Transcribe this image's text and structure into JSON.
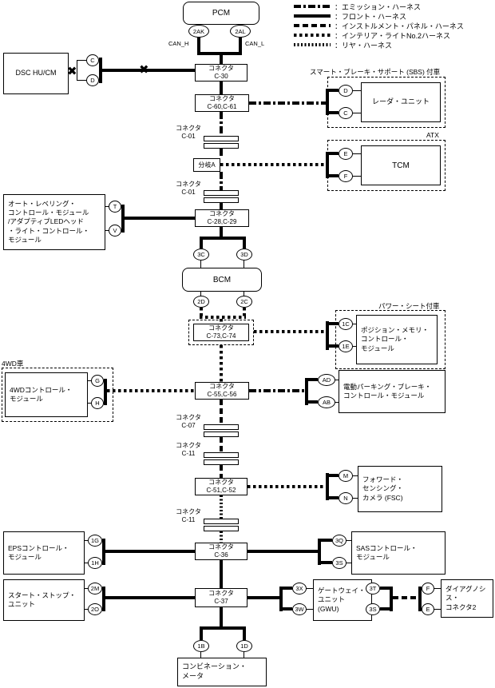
{
  "legend": {
    "items": [
      {
        "label": "：エミッション・ハーネス"
      },
      {
        "label": "：フロント・ハーネス"
      },
      {
        "label": "：インストルメント・パネル・ハーネス"
      },
      {
        "label": "：インテリア・ライトNo.2ハーネス"
      },
      {
        "label": "：リヤ・ハーネス"
      }
    ]
  },
  "symbols": {
    "twist": "✖"
  },
  "pcm": {
    "title": "PCM",
    "pin_left": "2AK",
    "pin_right": "2AL",
    "label_left": "CAN_H",
    "label_right": "CAN_L"
  },
  "dsc": {
    "title": "DSC HU/CM",
    "pin_top": "C",
    "pin_bottom": "D"
  },
  "bcm": {
    "title": "BCM",
    "pin_top_left": "3C",
    "pin_top_right": "3D",
    "pin_bottom_left": "2D",
    "pin_bottom_right": "2C"
  },
  "meter": {
    "title": "コンビネーション・\nメータ",
    "pin_left": "1B",
    "pin_right": "1D"
  },
  "connectors": {
    "c30": "コネクタ\nC-30",
    "c60_61": "コネクタ\nC-60,C-61",
    "c01a": "コネクタ\nC-01",
    "junction_a": "分岐A",
    "c01b": "コネクタ\nC-01",
    "c28_29": "コネクタ\nC-28,C-29",
    "c73_74": "コネクタ\nC-73,C-74",
    "c55_56": "コネクタ\nC-55,C-56",
    "c07": "コネクタ\nC-07",
    "c11a": "コネクタ\nC-11",
    "c51_52": "コネクタ\nC-51,C-52",
    "c11b": "コネクタ\nC-11",
    "c36": "コネクタ\nC-36",
    "c37": "コネクタ\nC-37"
  },
  "radar": {
    "caption": "スマート・ブレーキ・サポート (SBS) 付車",
    "title": "レーダ・ユニット",
    "pin_top": "D",
    "pin_bottom": "C"
  },
  "tcm": {
    "caption": "ATX",
    "title": "TCM",
    "pin_top": "E",
    "pin_bottom": "F"
  },
  "auto_leveling": {
    "title": "オート・レベリング・\nコントロール・モジュール\n/アダプティブLEDヘッド\n・ライト・コントロール・\nモジュール",
    "pin_top": "T",
    "pin_bottom": "V"
  },
  "position_memory": {
    "caption": "パワー・シート付車",
    "title": "ポジション・メモリ・\nコントロール・\nモジュール",
    "pin_top": "1C",
    "pin_bottom": "1E"
  },
  "awd": {
    "caption": "4WD車",
    "title": "4WDコントロール・\nモジュール",
    "pin_top": "G",
    "pin_bottom": "H"
  },
  "epb": {
    "title": "電動パーキング・ブレーキ・\nコントロール・モジュール",
    "pin_top": "AD",
    "pin_bottom": "AB"
  },
  "fsc": {
    "title": "フォワード・\nセンシング・\nカメラ (FSC)",
    "pin_top": "M",
    "pin_bottom": "N"
  },
  "eps": {
    "title": "EPSコントロール・\nモジュール",
    "pin_top": "1G",
    "pin_bottom": "1H"
  },
  "sas": {
    "title": "SASコントロール・\nモジュール",
    "pin_top": "3Q",
    "pin_bottom": "3S"
  },
  "start_stop": {
    "title": "スタート・ストップ・\nユニット",
    "pin_top": "2M",
    "pin_bottom": "2O"
  },
  "gateway": {
    "title": "ゲートウェイ・\nユニット (GWU)",
    "pin_left_top": "3X",
    "pin_left_bottom": "3W",
    "pin_right_top": "3T",
    "pin_right_bottom": "3S"
  },
  "diagnosis": {
    "title": "ダイアグノシス・\nコネクタ2",
    "pin_top": "F",
    "pin_bottom": "E"
  }
}
